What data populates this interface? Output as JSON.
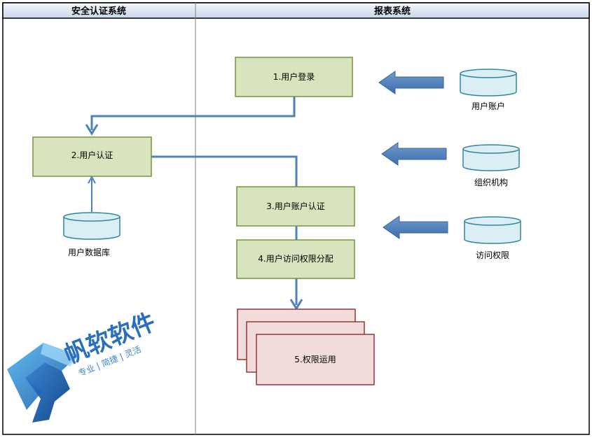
{
  "lanes": {
    "left_header": "安全认证系统",
    "right_header": "报表系统"
  },
  "steps": {
    "login": "1.用户登录",
    "auth": "2.用户认证",
    "account_auth": "3.用户账户认证",
    "permission_assign": "4.用户访问权限分配",
    "permission_use": "5.权限运用"
  },
  "databases": {
    "user_account": "用户账户",
    "organization": "组织机构",
    "access_rights": "访问权限",
    "user_db": "用户数据库"
  },
  "logo": {
    "brand": "帆软软件",
    "tagline": "专业 | 简捷 | 灵活"
  },
  "colors": {
    "process_fill": "#d7e4bd",
    "process_stroke": "#77933c",
    "stack_fill": "#f2dcdb",
    "stack_stroke": "#953735",
    "connector": "#4f81bd",
    "db_fill": "#dbeef4",
    "db_stroke": "#31859c",
    "header_fill": "#dce6f2"
  }
}
